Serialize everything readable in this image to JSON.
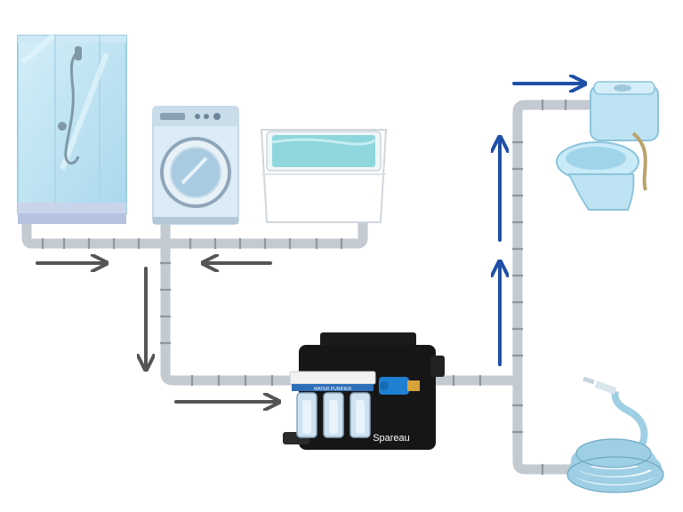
{
  "diagram": {
    "colors": {
      "pipe": "#c9cfd5",
      "pipe_joint": "#8c949c",
      "gray_arrow": "#555555",
      "blue_arrow": "#1f4fa8",
      "water": "#8fd6dd",
      "appliance_blue": "#bde3f3",
      "unit_body": "#151515"
    },
    "appliances": [
      {
        "id": "shower",
        "icon": "shower-cabin-icon"
      },
      {
        "id": "washing-machine",
        "icon": "washing-machine-icon"
      },
      {
        "id": "bathtub",
        "icon": "bathtub-icon"
      },
      {
        "id": "toilet",
        "icon": "toilet-icon"
      },
      {
        "id": "garden-hose",
        "icon": "garden-hose-icon"
      }
    ],
    "unit": {
      "icon": "greywater-recycling-unit-icon",
      "filter_label": "WATER PURIFIER",
      "brand": "Spareau"
    },
    "flow": {
      "inbound_arrows": 4,
      "outbound_arrows": 3
    }
  }
}
